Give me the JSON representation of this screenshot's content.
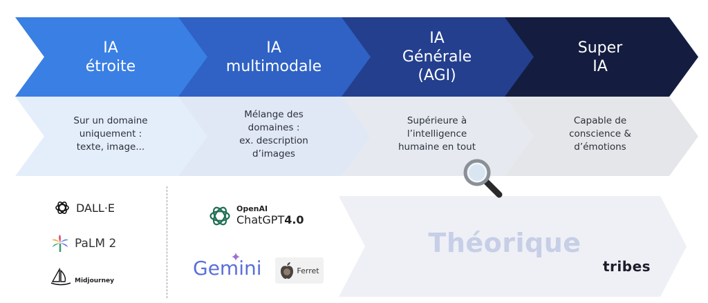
{
  "stages": [
    {
      "title_lines": [
        "IA",
        "étroite"
      ],
      "desc_lines": [
        "Sur un domaine",
        "uniquement :",
        "texte, image..."
      ],
      "color": "#3a7fe3",
      "light": "#e4eefb"
    },
    {
      "title_lines": [
        "IA",
        "multimodale"
      ],
      "desc_lines": [
        "Mélange des",
        "domaines :",
        "ex. description",
        "d’images"
      ],
      "color": "#2f62c4",
      "light": "#e1e8f5"
    },
    {
      "title_lines": [
        "IA",
        "Générale",
        "(AGI)"
      ],
      "desc_lines": [
        "Supérieure à",
        "l’intelligence",
        "humaine en tout"
      ],
      "color": "#233f8e",
      "light": "#e6eaf0"
    },
    {
      "title_lines": [
        "Super",
        "IA"
      ],
      "desc_lines": [
        "Capable de",
        "conscience &",
        "d’émotions"
      ],
      "color": "#141d40",
      "light": "#e5e6ea"
    }
  ],
  "logos_narrow": [
    {
      "name": "DALL·E",
      "icon": "openai-knot-icon"
    },
    {
      "name": "PaLM 2",
      "icon": "palm-tree-icon"
    },
    {
      "name": "Midjourney",
      "icon": "sailboat-icon"
    }
  ],
  "logos_multimodal": {
    "chatgpt_brand": "OpenAI",
    "chatgpt_name": "ChatGPT",
    "chatgpt_version": "4.0",
    "gemini": "Gemini",
    "ferret": "Ferret"
  },
  "theoretical_label": "Théorique",
  "brand": "tribes",
  "colors": {
    "theoretical_arrow": "#eef0f5",
    "theoretical_text": "#c7cfe7"
  },
  "icons": [
    "magnifier-icon",
    "openai-knot-icon",
    "apple-icon",
    "gemini-sparkle-icon"
  ]
}
